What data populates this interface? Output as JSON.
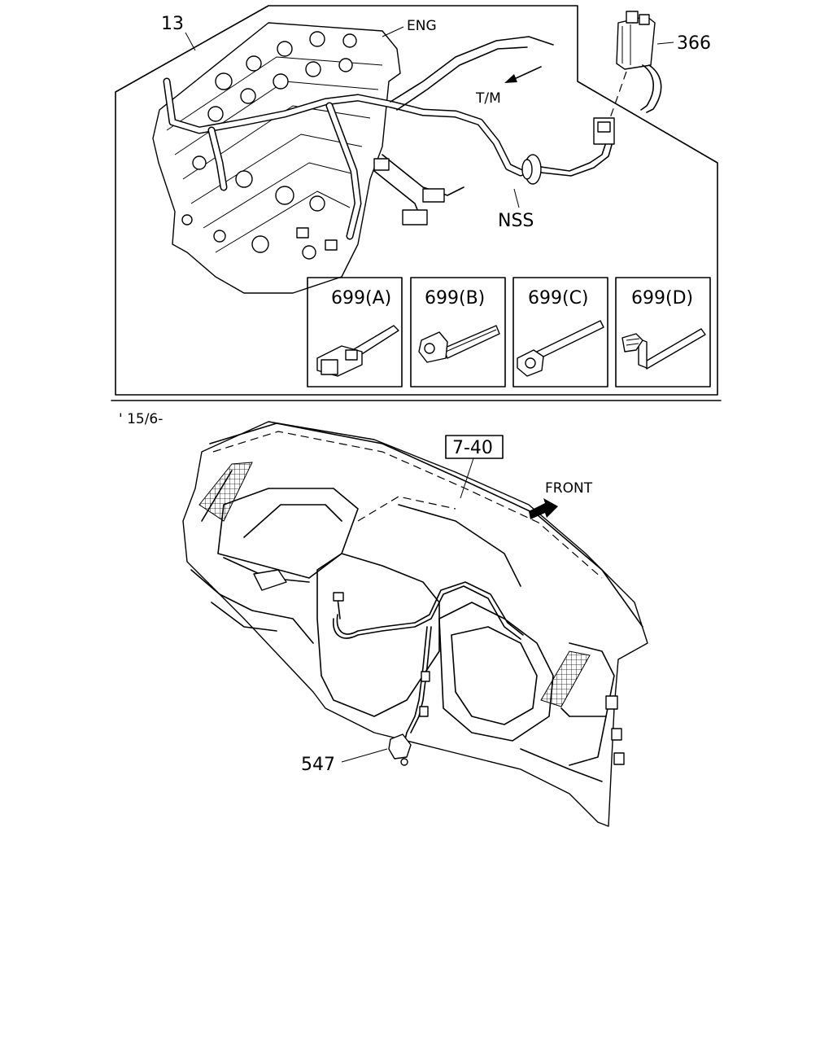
{
  "engine_section": {
    "callout_main": "13",
    "callout_engine": "ENG",
    "callout_transmission": "T/M",
    "callout_connector": "366",
    "callout_grommet": "NSS"
  },
  "clip_variants": [
    {
      "label": "699(A)"
    },
    {
      "label": "699(B)"
    },
    {
      "label": "699(C)"
    },
    {
      "label": "699(D)"
    }
  ],
  "date_note": "' 15/6-",
  "dash_section": {
    "callout_panel": "7-40",
    "front_label": "FRONT",
    "callout_harness": "547"
  }
}
